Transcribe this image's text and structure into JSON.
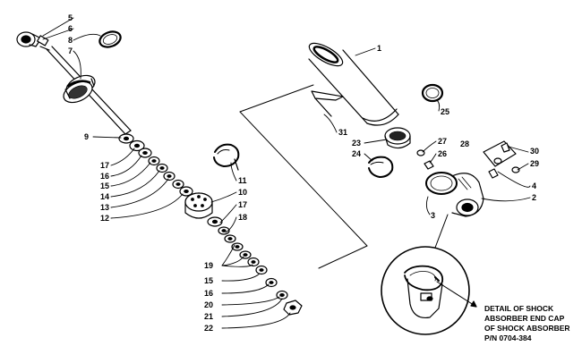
{
  "diagram": {
    "callouts": {
      "n1": "1",
      "n2": "2",
      "n3": "3",
      "n4": "4",
      "n5": "5",
      "n6": "6",
      "n7": "7",
      "n8": "8",
      "n9": "9",
      "n10": "10",
      "n11": "11",
      "n12": "12",
      "n13": "13",
      "n14": "14",
      "n15a": "15",
      "n15b": "15",
      "n16a": "16",
      "n16b": "16",
      "n17a": "17",
      "n17b": "17",
      "n18": "18",
      "n19": "19",
      "n20": "20",
      "n21": "21",
      "n22": "22",
      "n23": "23",
      "n24": "24",
      "n25": "25",
      "n26": "26",
      "n27": "27",
      "n28": "28",
      "n29": "29",
      "n30": "30",
      "n31": "31"
    },
    "detail_label": {
      "line1": "DETAIL OF SHOCK",
      "line2": "ABSORBER END CAP",
      "line3": "OF SHOCK ABSORBER",
      "line4": "P/N 0704-384"
    },
    "colors": {
      "ink": "#000000",
      "paper": "#ffffff"
    }
  }
}
